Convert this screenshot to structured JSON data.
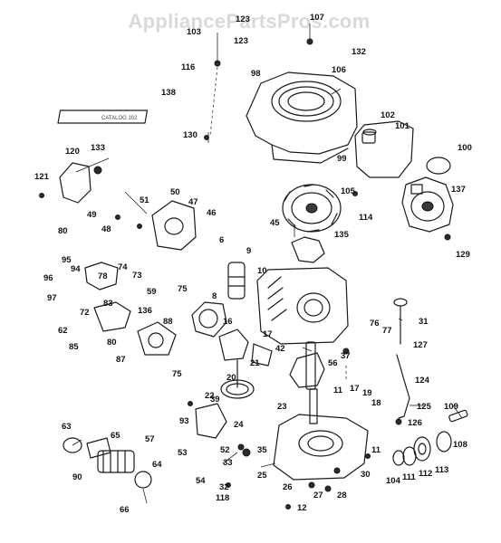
{
  "watermark": "AppliancePartsPros.com",
  "decal_text": "CATALOG 102",
  "part_labels": [
    "107",
    "123",
    "103",
    "123",
    "132",
    "106",
    "116",
    "98",
    "138",
    "102",
    "101",
    "100",
    "130",
    "99",
    "120",
    "133",
    "121",
    "105",
    "137",
    "114",
    "49",
    "51",
    "50",
    "47",
    "46",
    "48",
    "45",
    "135",
    "80",
    "6",
    "129",
    "9",
    "95",
    "74",
    "73",
    "94",
    "10",
    "96",
    "78",
    "59",
    "75",
    "97",
    "83",
    "136",
    "88",
    "8",
    "16",
    "31",
    "72",
    "62",
    "80",
    "85",
    "87",
    "17",
    "42",
    "76",
    "77",
    "127",
    "56",
    "37",
    "124",
    "21",
    "20",
    "11",
    "75",
    "22",
    "23",
    "39",
    "17",
    "19",
    "18",
    "125",
    "93",
    "109",
    "57",
    "24",
    "126",
    "63",
    "65",
    "53",
    "52",
    "35",
    "108",
    "11",
    "113",
    "112",
    "33",
    "111",
    "104",
    "64",
    "90",
    "54",
    "32",
    "118",
    "25",
    "26",
    "27",
    "28",
    "30",
    "12",
    "66"
  ]
}
